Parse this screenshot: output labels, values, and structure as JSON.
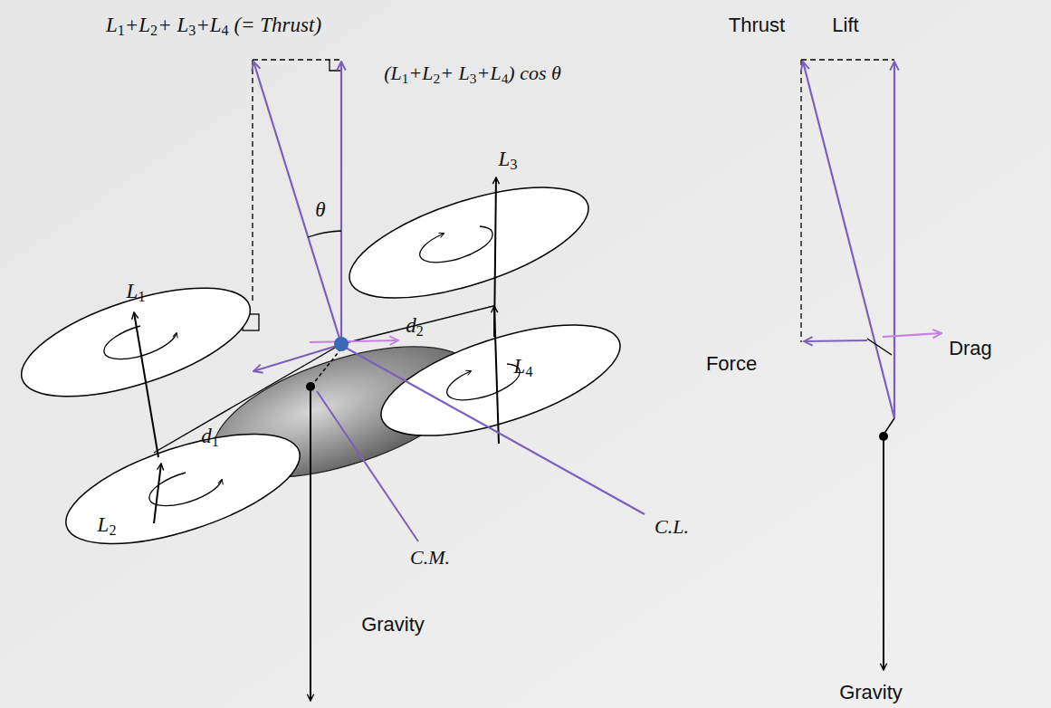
{
  "diagram": {
    "labels": [
      "L1+L2+ L3+L4 (= Thrust)",
      "(L1+L2+ L3+L4) cos θ",
      "θ",
      "L3",
      "L1",
      "d2",
      "L4",
      "d1",
      "L2",
      "C.L.",
      "C.M.",
      "Gravity",
      "Thrust",
      "Lift",
      "Drag",
      "Force",
      "Gravity"
    ]
  }
}
